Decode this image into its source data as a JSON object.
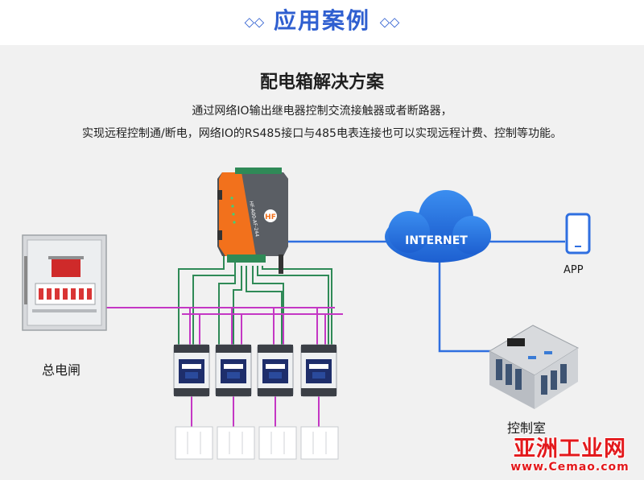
{
  "header": {
    "title": "应用案例",
    "deco_left": "◇◇",
    "deco_right": "◇◇"
  },
  "diagram": {
    "title": "配电箱解决方案",
    "description_line1": "通过网络IO输出继电器控制交流接触器或者断路器，",
    "description_line2": "实现远程控制通/断电，网络IO的RS485接口与485电表连接也可以实现远程计费、控制等功能。"
  },
  "device": {
    "model_label": "HF-A00-AF-244",
    "logo_text": "HF"
  },
  "cloud": {
    "label": "INTERNET"
  },
  "labels": {
    "app": "APP",
    "main_switch": "总电闸",
    "control_room": "控制室"
  },
  "watermark": {
    "title": "亚洲工业网",
    "url": "www.Cemao.com"
  },
  "colors": {
    "header_blue": "#2f5fd0",
    "wire_green": "#2f8a57",
    "wire_magenta": "#c437c4",
    "link_blue": "#2f6fe0",
    "device_orange": "#f2711c",
    "watermark_red": "#e3191c"
  }
}
